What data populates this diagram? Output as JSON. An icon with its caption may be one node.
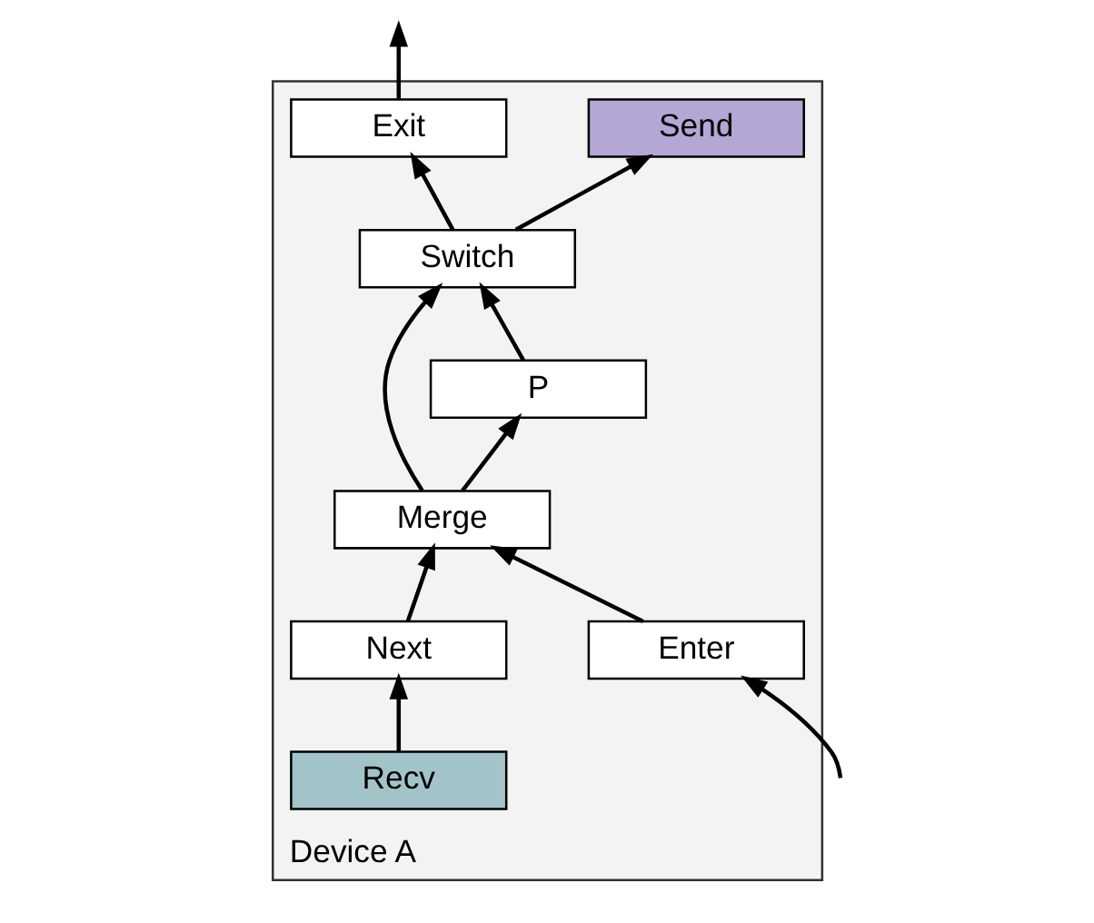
{
  "diagram": {
    "nodes": [
      {
        "text": [
          "Device A"
        ]
      },
      {
        "text": [
          "Exit"
        ],
        "in": 0
      },
      {
        "text": [
          "Send"
        ],
        "in": 0
      },
      {
        "text": [
          "Switch"
        ],
        "in": 0
      },
      {
        "text": [
          "P"
        ],
        "in": 0
      },
      {
        "text": [
          "Merge"
        ],
        "in": 0
      },
      {
        "text": [
          "Next"
        ],
        "in": 0
      },
      {
        "text": [
          "Recv"
        ],
        "in": 0
      },
      {
        "text": [
          "Enter"
        ],
        "in": 0
      }
    ],
    "edges": [
      {
        "from": 1,
        "to": null,
        "arrow": "to"
      },
      {
        "from": 3,
        "to": 1,
        "arrow": "to"
      },
      {
        "from": 3,
        "to": 2,
        "arrow": "to"
      },
      {
        "from": 4,
        "to": 3,
        "arrow": "to"
      },
      {
        "from": 5,
        "to": 3,
        "arrow": "to"
      },
      {
        "from": 5,
        "to": 4,
        "arrow": "to"
      },
      {
        "from": 6,
        "to": 5,
        "arrow": "to"
      },
      {
        "from": 7,
        "to": 6,
        "arrow": "to"
      },
      {
        "from": 8,
        "to": 5,
        "arrow": "to"
      },
      {
        "from": null,
        "to": 8,
        "arrow": "to"
      }
    ]
  }
}
